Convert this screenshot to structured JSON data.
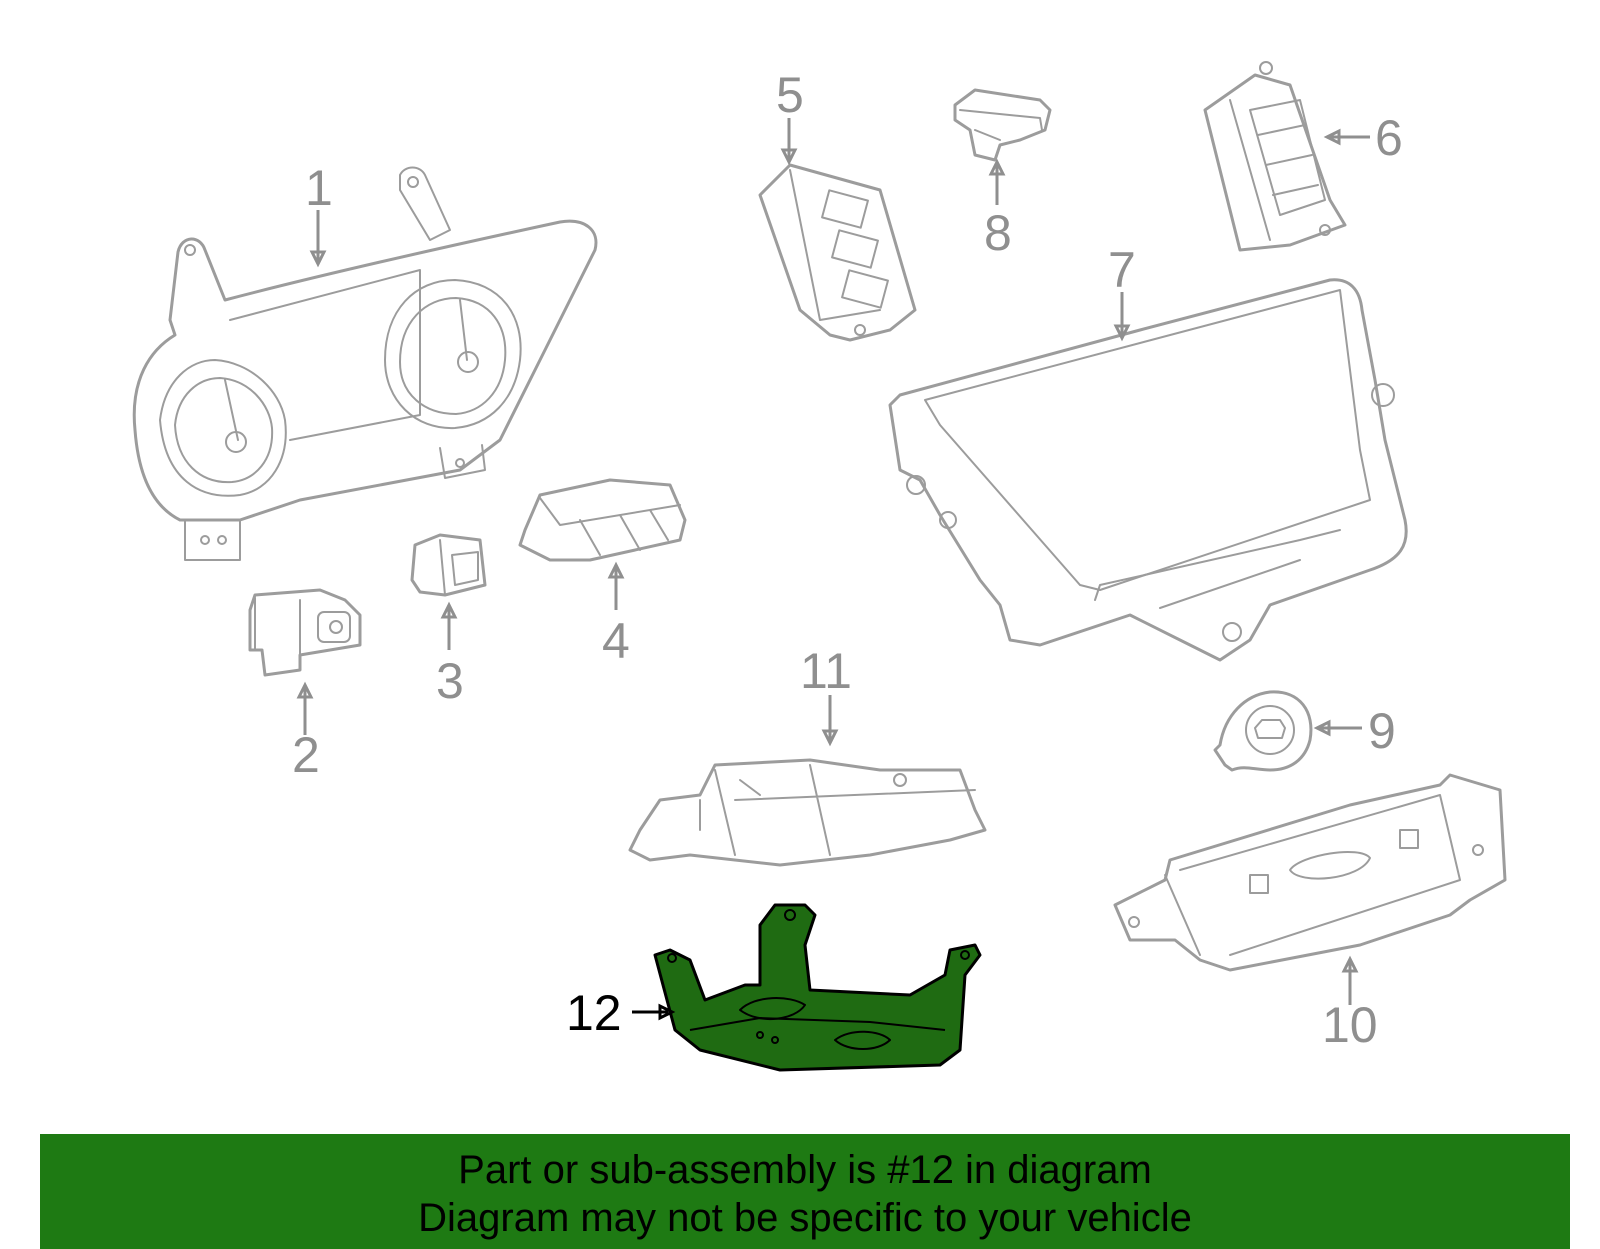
{
  "callouts": [
    {
      "id": "1",
      "label": "1"
    },
    {
      "id": "2",
      "label": "2"
    },
    {
      "id": "3",
      "label": "3"
    },
    {
      "id": "4",
      "label": "4"
    },
    {
      "id": "5",
      "label": "5"
    },
    {
      "id": "6",
      "label": "6"
    },
    {
      "id": "7",
      "label": "7"
    },
    {
      "id": "8",
      "label": "8"
    },
    {
      "id": "9",
      "label": "9"
    },
    {
      "id": "10",
      "label": "10"
    },
    {
      "id": "11",
      "label": "11"
    },
    {
      "id": "12",
      "label": "12"
    }
  ],
  "highlighted_part": "12",
  "colors": {
    "highlight_fill": "#1f6b12",
    "banner": "#1e7a13",
    "part_outline": "#9c9c9c"
  },
  "banner": {
    "line1": "Part or sub-assembly is #12 in diagram",
    "line2": "Diagram may not be specific to your vehicle"
  }
}
